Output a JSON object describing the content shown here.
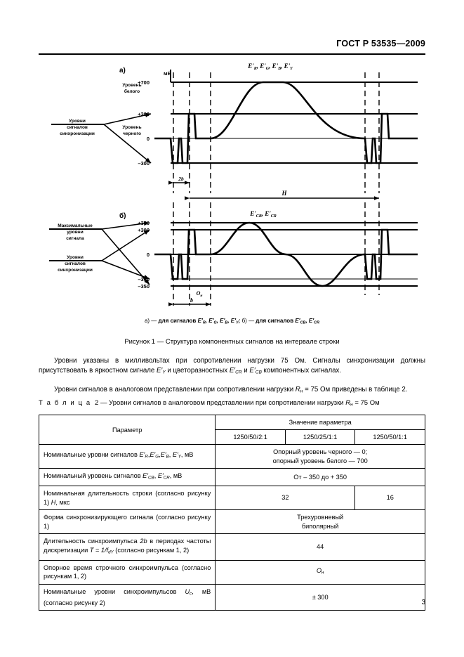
{
  "header": {
    "standard_title": "ГОСТ Р 53535—2009"
  },
  "figure": {
    "panel_a_label": "а)",
    "panel_b_label": "б)",
    "unit_label": "мВ",
    "panel_a": {
      "signal_label": "E'R, E'G, E'B, E'Y",
      "axis_ticks": [
        "+700",
        "+300",
        "0",
        "–300"
      ],
      "left_labels": {
        "white_level": "Уровень белого",
        "black_level": "Уровень черного",
        "sync_levels": "Уровни сигналов синхронизации"
      },
      "dimension_2b": "2b",
      "dimension_H": "H"
    },
    "panel_b": {
      "signal_label": "E'CB, E'CR",
      "axis_ticks": [
        "+350",
        "+300",
        "0",
        "–300",
        "–350"
      ],
      "left_labels": {
        "max_levels": "Максимальные уровни сигнала",
        "sync_levels": "Уровни сигналов синхронизации"
      },
      "marker_OH": "Oн",
      "dimension_b": "b"
    },
    "subcaption": "а) — для сигналов E'R, E'G, E'B, E'Y;  б) — для сигналов E'CB, E'CR",
    "caption": "Рисунок 1 — Структура компонентных сигналов на интервале строки"
  },
  "body": {
    "paragraph_1": "Уровни указаны в милливольтах при сопротивлении нагрузки 75 Ом. Сигналы синхронизации должны присутствовать в яркостном сигнале E'Y и цветоразностных E'CR и E'CB компонентных сигналах.",
    "paragraph_2": "Уровни сигналов в аналоговом представлении при сопротивлении нагрузки Rн = 75 Ом приведены в таблице 2.",
    "table_caption": "Т а б л и ц а  2 — Уровни сигналов в аналоговом представлении при сопротивлении нагрузки Rн = 75 Ом"
  },
  "table": {
    "header": {
      "parameter": "Параметр",
      "value_group": "Значение параметра",
      "columns": [
        "1250/50/2:1",
        "1250/25/1:1",
        "1250/50/1:1"
      ]
    },
    "rows": [
      {
        "parameter": "Номинальные уровни сигналов E'R, E'G, E'B, E'Y, мВ",
        "value": "Опорный уровень черного — 0;\nопорный уровень белого — 700",
        "span": 3
      },
      {
        "parameter": "Номинальный уровень сигналов E'CB, E'CR, мВ",
        "value": "От – 350 до + 350",
        "span": 3
      },
      {
        "parameter": "Номинальная длительность строки (согласно рисунку 1) H, мкс",
        "value": "32",
        "value2": "16",
        "span": 2,
        "span2": 1
      },
      {
        "parameter": "Форма синхронизирующего сигнала (согласно рисунку 1)",
        "value": "Трехуровневый\nбиполярный",
        "span": 3
      },
      {
        "parameter": "Длительность синхроимпульса 2b в периодах частоты дискретизации T = 1/fdY (согласно рисункам 1, 2)",
        "value": "44",
        "span": 3
      },
      {
        "parameter": "Опорное время строчного синхроимпульса (согласно рисункам 1, 2)",
        "value": "Oн",
        "span": 3
      },
      {
        "parameter": "Номинальные уровни синхроимпульсов Uc, мВ (согласно рисунку 2)",
        "value": "± 300",
        "span": 3
      }
    ]
  },
  "footer": {
    "page_number": "3"
  }
}
